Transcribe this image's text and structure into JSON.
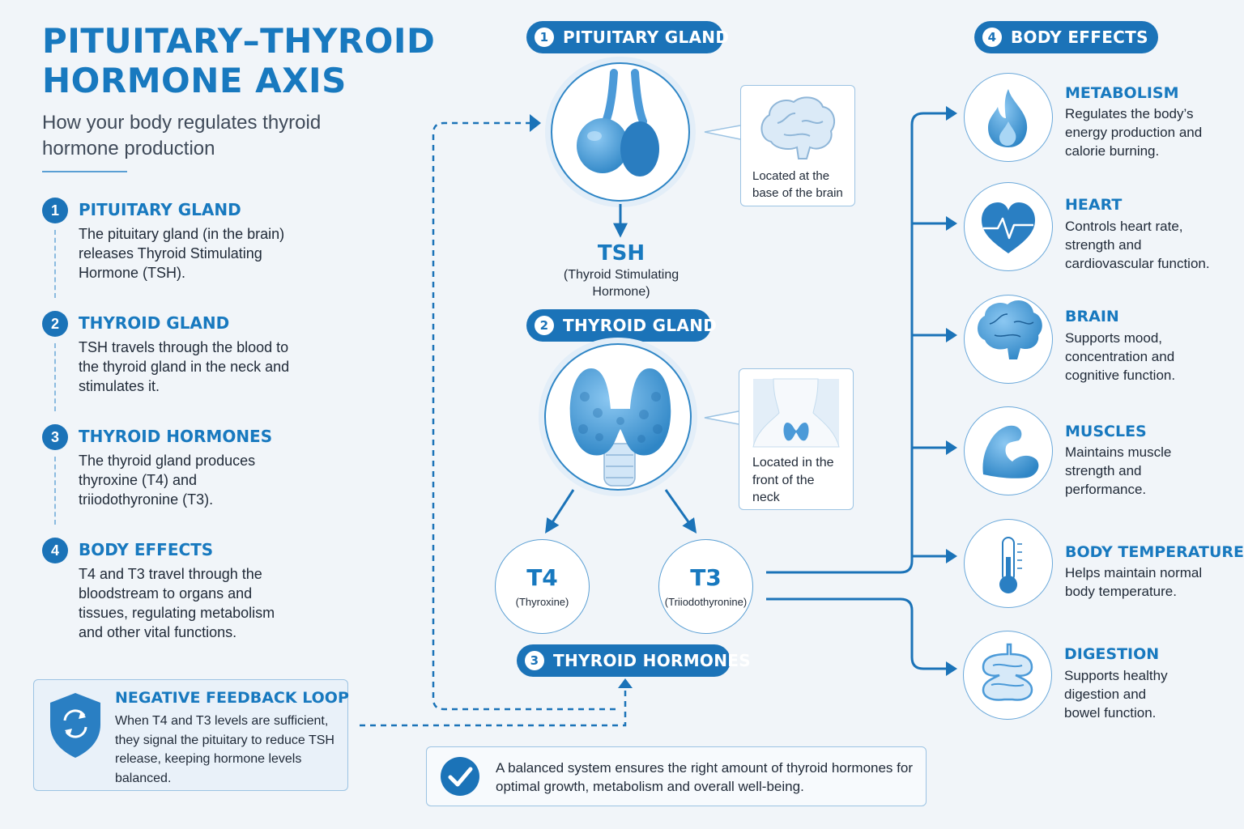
{
  "title": {
    "line1": "PITUITARY–THYROID",
    "line2": "HORMONE AXIS"
  },
  "subtitle": "How your body regulates thyroid hormone production",
  "steps": [
    {
      "num": "1",
      "title": "PITUITARY GLAND",
      "text": "The pituitary gland (in the brain) releases Thyroid Stimulating Hormone (TSH)."
    },
    {
      "num": "2",
      "title": "THYROID GLAND",
      "text": "TSH travels through the blood to the thyroid gland in the neck and stimulates it."
    },
    {
      "num": "3",
      "title": "THYROID HORMONES",
      "text": "The thyroid gland produces thyroxine (T4) and triiodothyronine (T3)."
    },
    {
      "num": "4",
      "title": "BODY EFFECTS",
      "text": "T4 and T3 travel through the bloodstream to organs and tissues, regulating metabolism and other vital functions."
    }
  ],
  "feedback": {
    "title": "NEGATIVE FEEDBACK LOOP",
    "text": "When T4 and T3 levels are sufficient, they signal the pituitary to reduce TSH release, keeping hormone levels balanced."
  },
  "center": {
    "pituitary_pill": {
      "num": "1",
      "label": "PITUITARY GLAND"
    },
    "pituitary_callout": "Located at the base of the brain",
    "tsh": {
      "abbr": "TSH",
      "name": "(Thyroid Stimulating Hormone)"
    },
    "thyroid_pill": {
      "num": "2",
      "label": "THYROID GLAND"
    },
    "thyroid_callout": "Located in the front of the neck",
    "t4": {
      "abbr": "T4",
      "name": "(Thyroxine)"
    },
    "t3": {
      "abbr": "T3",
      "name": "(Triiodothyronine)"
    },
    "hormones_pill": {
      "num": "3",
      "label": "THYROID HORMONES"
    }
  },
  "balance_text": "A balanced system ensures the right amount of thyroid hormones for optimal growth, metabolism and overall well-being.",
  "effects_pill": {
    "num": "4",
    "label": "BODY EFFECTS"
  },
  "effects": [
    {
      "title": "METABOLISM",
      "text": "Regulates the body’s energy production and calorie burning.",
      "icon": "flame-icon"
    },
    {
      "title": "HEART",
      "text": "Controls heart rate, strength and cardiovascular function.",
      "icon": "heart-icon"
    },
    {
      "title": "BRAIN",
      "text": "Supports mood, concentration and cognitive function.",
      "icon": "brain-icon"
    },
    {
      "title": "MUSCLES",
      "text": "Maintains muscle strength and performance.",
      "icon": "muscle-icon"
    },
    {
      "title": "BODY TEMPERATURE",
      "text": "Helps maintain normal body temperature.",
      "icon": "thermometer-icon"
    },
    {
      "title": "DIGESTION",
      "text": "Supports healthy digestion and bowel function.",
      "icon": "intestine-icon"
    }
  ],
  "colors": {
    "primary": "#1b73b8",
    "accent_text": "#1879bf",
    "light_blue": "#5aa5e0",
    "background": "#f1f5f9"
  }
}
